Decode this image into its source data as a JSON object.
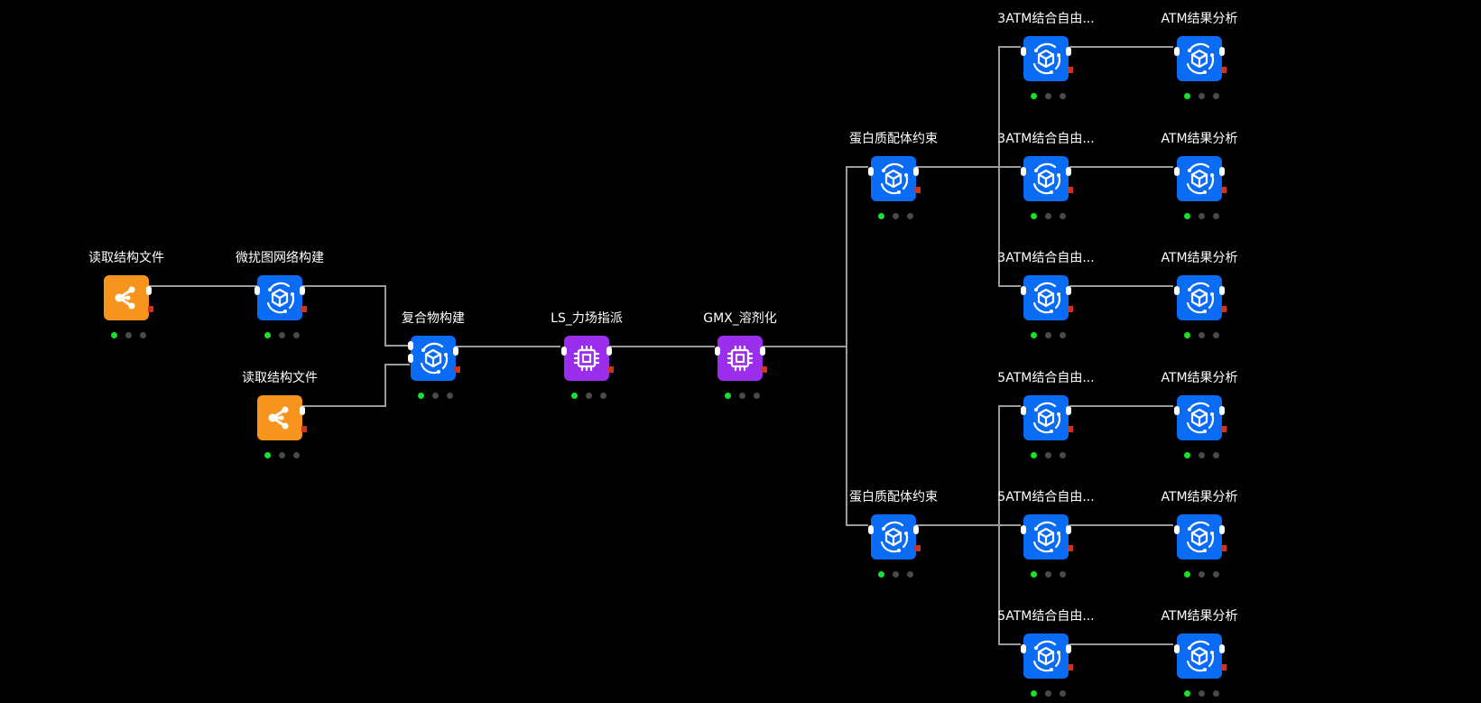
{
  "colors": {
    "background": "#000000",
    "wire": "#9a9a9a",
    "node_orange": "#f7941d",
    "node_blue": "#0a6cf5",
    "node_purple": "#9b2dec",
    "status_active": "#19e02c",
    "status_idle": "#4a4a4a",
    "error_marker": "#d1301b"
  },
  "nodes": [
    {
      "title": "读取结构文件",
      "icon": "share-icon"
    },
    {
      "title": "微扰图网络构建",
      "icon": "molecule-icon"
    },
    {
      "title": "读取结构文件",
      "icon": "share-icon"
    },
    {
      "title": "复合物构建",
      "icon": "molecule-icon"
    },
    {
      "title": "LS_力场指派",
      "icon": "chip-icon"
    },
    {
      "title": "GMX_溶剂化",
      "icon": "chip-icon"
    },
    {
      "title": "蛋白质配体约束",
      "icon": "molecule-icon"
    },
    {
      "title": "蛋白质配体约束",
      "icon": "molecule-icon"
    },
    {
      "title": "3ATM结合自由...",
      "icon": "molecule-icon"
    },
    {
      "title": "3ATM结合自由...",
      "icon": "molecule-icon"
    },
    {
      "title": "3ATM结合自由...",
      "icon": "molecule-icon"
    },
    {
      "title": "5ATM结合自由...",
      "icon": "molecule-icon"
    },
    {
      "title": "5ATM结合自由...",
      "icon": "molecule-icon"
    },
    {
      "title": "5ATM结合自由...",
      "icon": "molecule-icon"
    },
    {
      "title": "ATM结果分析",
      "icon": "molecule-icon"
    },
    {
      "title": "ATM结果分析",
      "icon": "molecule-icon"
    },
    {
      "title": "ATM结果分析",
      "icon": "molecule-icon"
    },
    {
      "title": "ATM结果分析",
      "icon": "molecule-icon"
    },
    {
      "title": "ATM结果分析",
      "icon": "molecule-icon"
    },
    {
      "title": "ATM结果分析",
      "icon": "molecule-icon"
    }
  ],
  "edges": [
    [
      "0",
      "1"
    ],
    [
      "1",
      "3"
    ],
    [
      "2",
      "3"
    ],
    [
      "3",
      "4"
    ],
    [
      "4",
      "5"
    ],
    [
      "5",
      "6"
    ],
    [
      "5",
      "7"
    ],
    [
      "6",
      "8"
    ],
    [
      "6",
      "9"
    ],
    [
      "6",
      "10"
    ],
    [
      "7",
      "11"
    ],
    [
      "7",
      "12"
    ],
    [
      "7",
      "13"
    ],
    [
      "8",
      "14"
    ],
    [
      "9",
      "15"
    ],
    [
      "10",
      "16"
    ],
    [
      "11",
      "17"
    ],
    [
      "12",
      "18"
    ],
    [
      "13",
      "19"
    ]
  ]
}
